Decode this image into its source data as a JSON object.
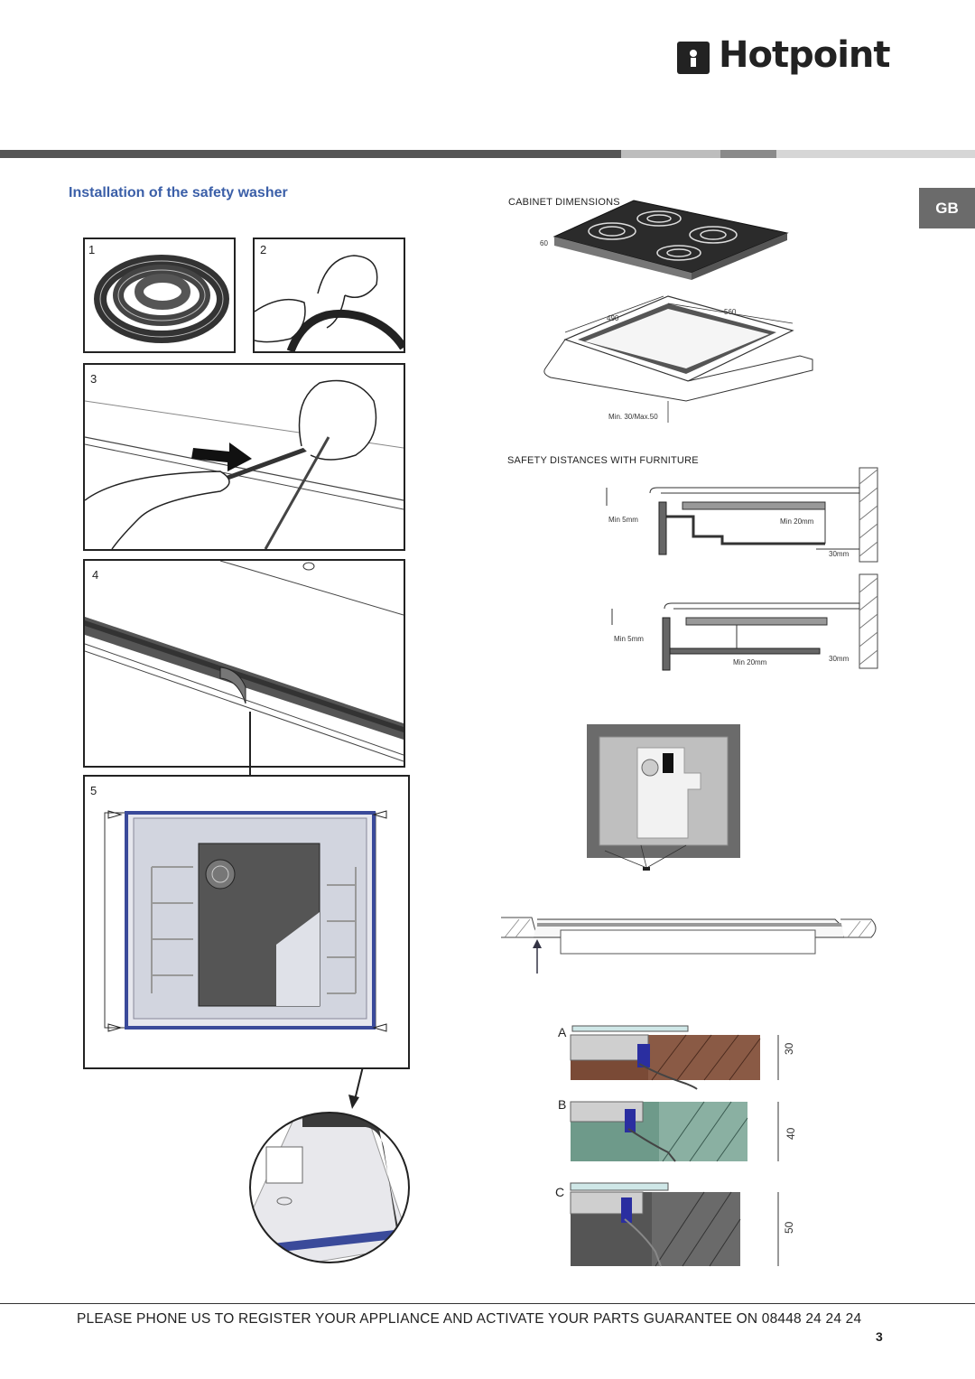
{
  "brand": {
    "name": "Hotpoint"
  },
  "section": {
    "title": "Installation of the safety washer"
  },
  "language_tab": "GB",
  "figures": {
    "step1": "1",
    "step2": "2",
    "step3": "3",
    "step4": "4",
    "step5": "5"
  },
  "cabinet": {
    "title": "CABINET DIMENSIONS",
    "dim_60": "60",
    "dim_490": "490",
    "dim_560": "560",
    "dim_thickness": "Min. 30/Max.50"
  },
  "safety": {
    "title": "SAFETY DISTANCES WITH FURNITURE",
    "top": {
      "min5": "Min 5mm",
      "min20": "Min 20mm",
      "d30": "30mm"
    },
    "bottom": {
      "min5": "Min 5mm",
      "min20": "Min 20mm",
      "d30": "30mm"
    }
  },
  "worktop": {
    "a": {
      "label": "A",
      "dim": "30"
    },
    "b": {
      "label": "B",
      "dim": "40"
    },
    "c": {
      "label": "C",
      "dim": "50"
    }
  },
  "footer": {
    "text": "PLEASE PHONE US TO REGISTER YOUR APPLIANCE  AND ACTIVATE YOUR PARTS GUARANTEE ON 08448 24 24 24",
    "page": "3"
  },
  "colors": {
    "title_blue": "#3b5fa8",
    "stripe_dark": "#555555",
    "stripe_light": "#bdbdbd",
    "tab_gray": "#6b6b6b"
  }
}
